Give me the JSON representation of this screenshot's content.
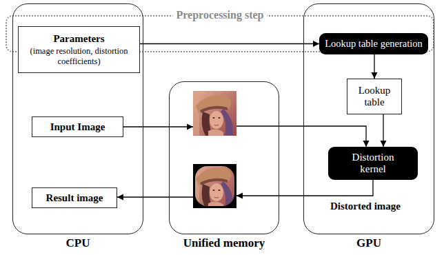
{
  "diagram": {
    "nodes": [
      {
        "text": [
          "Preprocessing step"
        ]
      },
      {
        "text": [
          "CPU"
        ]
      },
      {
        "text": [
          "Parameters",
          "(image resolution, distortion coefficients)"
        ],
        "in": 1
      },
      {
        "text": [
          "Input Image"
        ],
        "in": 1
      },
      {
        "text": [
          "Result image"
        ],
        "in": 1
      },
      {
        "text": [
          "Unified memory"
        ]
      },
      {
        "text": [
          "GPU"
        ]
      },
      {
        "text": [
          "Lookup table generation"
        ],
        "in": 6
      },
      {
        "text": [
          "Lookup table"
        ],
        "in": 6
      },
      {
        "text": [
          "Distortion kernel"
        ],
        "in": 6
      }
    ],
    "edges": [
      {
        "from": 2,
        "to": 7,
        "arrow": "to"
      },
      {
        "from": 7,
        "to": 8,
        "arrow": "to"
      },
      {
        "from": 3,
        "to": 5,
        "arrow": "to"
      },
      {
        "from": 5,
        "to": 9,
        "arrow": "to"
      },
      {
        "from": 8,
        "to": 9,
        "arrow": "to"
      },
      {
        "from": 9,
        "to": 5,
        "arrow": "to"
      },
      {
        "from": 5,
        "to": 4,
        "arrow": "to"
      }
    ],
    "labels": [
      "Distorted image"
    ]
  }
}
